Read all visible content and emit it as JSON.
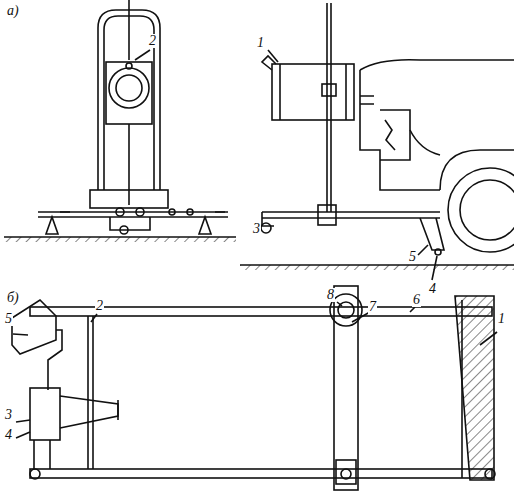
{
  "diagram": {
    "labels": [
      "а)",
      "2",
      "1",
      "3",
      "5",
      "4",
      "б)",
      "5",
      "2",
      "8",
      "7",
      "6",
      "1",
      "3",
      "4"
    ]
  }
}
